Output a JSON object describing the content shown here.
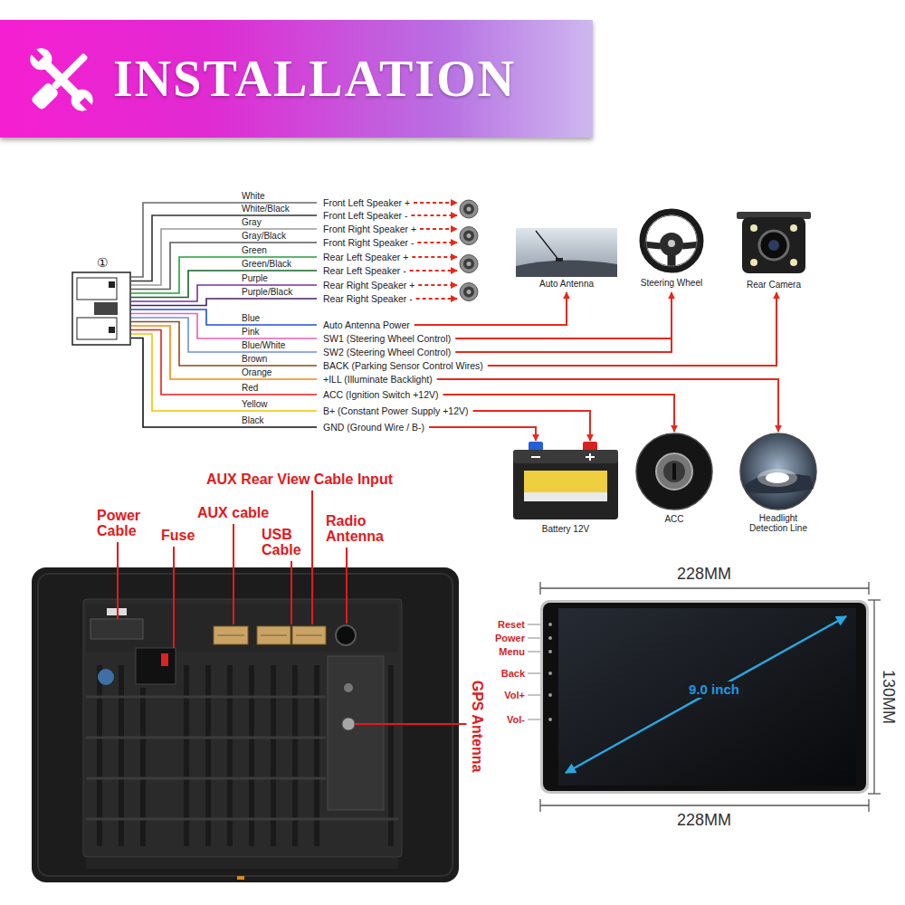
{
  "diagram": {
    "title": "INSTALLATION",
    "nodes": [
      {
        "text": [
          "①"
        ]
      },
      {
        "text": [
          "Auto Antenna"
        ]
      },
      {
        "text": [
          "Steering Wheel"
        ]
      },
      {
        "text": [
          "Rear Camera"
        ]
      },
      {
        "text": [
          "Battery 12V"
        ]
      },
      {
        "text": [
          "ACC"
        ]
      },
      {
        "text": [
          "Headlight Detection Line"
        ]
      },
      {
        "text": [
          "9.0 inch"
        ]
      }
    ],
    "labels": [
      "White",
      "White/Black",
      "Gray",
      "Gray/Black",
      "Green",
      "Green/Black",
      "Purple",
      "Purple/Black",
      "Blue",
      "Pink",
      "Blue/White",
      "Brown",
      "Orange",
      "Red",
      "Yellow",
      "Black",
      "Front Left Speaker +",
      "Front Left Speaker -",
      "Front Right Speaker +",
      "Front Right Speaker -",
      "Rear Left Speaker +",
      "Rear Left Speaker -",
      "Rear Right Speaker +",
      "Rear Right Speaker -",
      "Auto Antenna Power",
      "SW1 (Steering Wheel Control)",
      "SW2 (Steering Wheel Control)",
      "BACK (Parking Sensor Control Wires)",
      "+ILL (Illuminate Backlight)",
      "ACC (Ignition Switch +12V)",
      "B+ (Constant Power Supply +12V)",
      "GND (Ground Wire / B-)",
      "AUX Rear View Cable Input",
      "Power Cable",
      "AUX cable",
      "Fuse",
      "USB Cable",
      "Radio Antenna",
      "GPS Antenna",
      "Reset",
      "Power",
      "Menu",
      "Back",
      "Vol+",
      "Vol-",
      "228MM",
      "130MM",
      "228MM"
    ]
  }
}
